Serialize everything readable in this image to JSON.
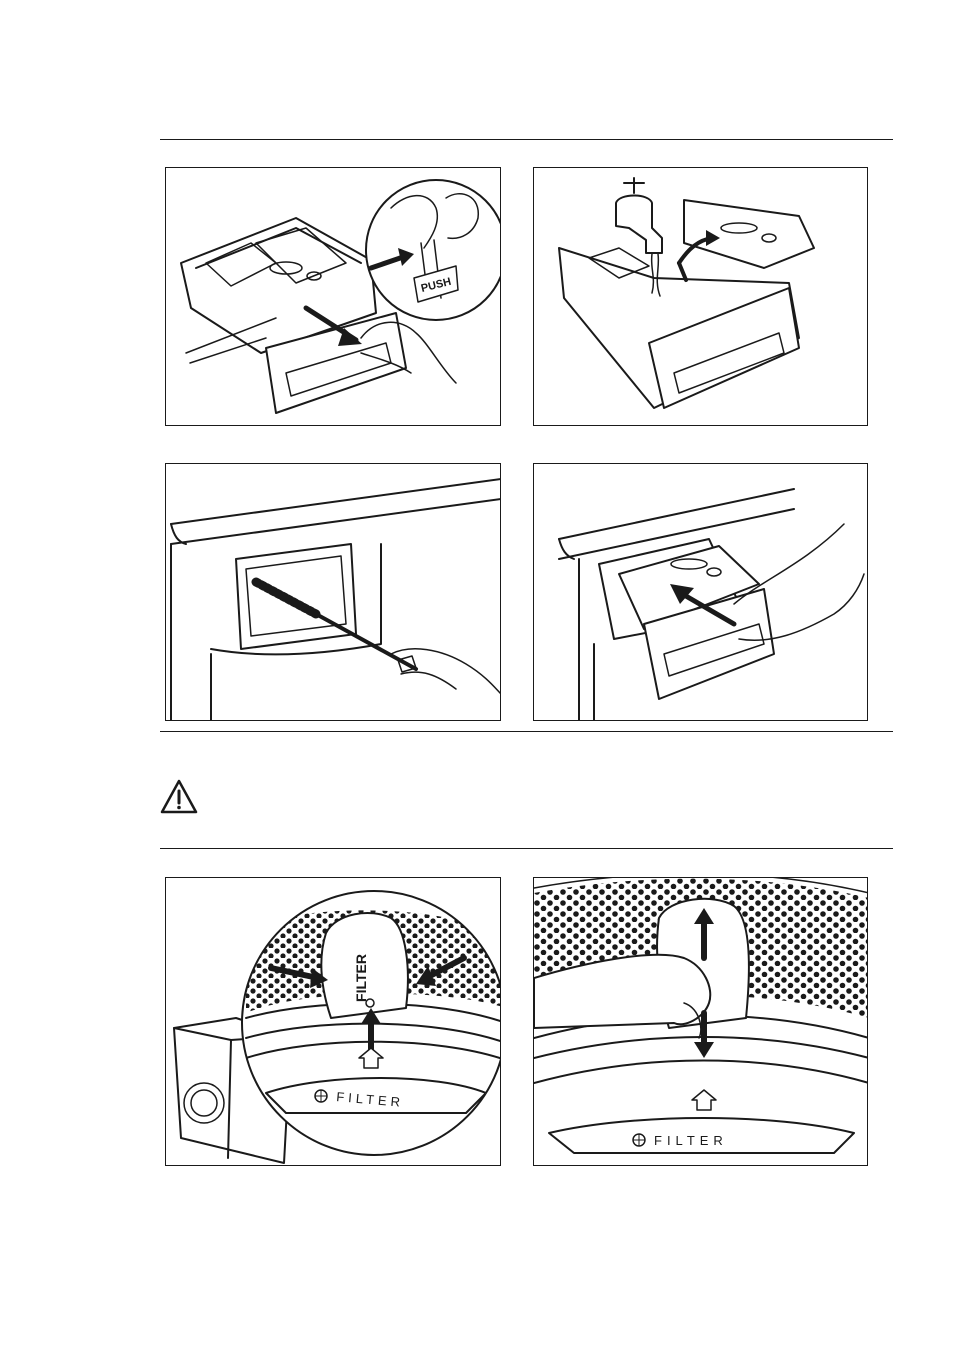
{
  "figure_text": {
    "push_label": "PUSH",
    "filter_cap_label": "FILTER",
    "filter_panel_label": "FILTER"
  },
  "icons": {
    "warning": "warning-triangle-icon",
    "filter_grid": "globe-grid-icon",
    "arrow": "arrow-icon"
  },
  "colors": {
    "line": "#1a1a1a",
    "background": "#ffffff"
  }
}
